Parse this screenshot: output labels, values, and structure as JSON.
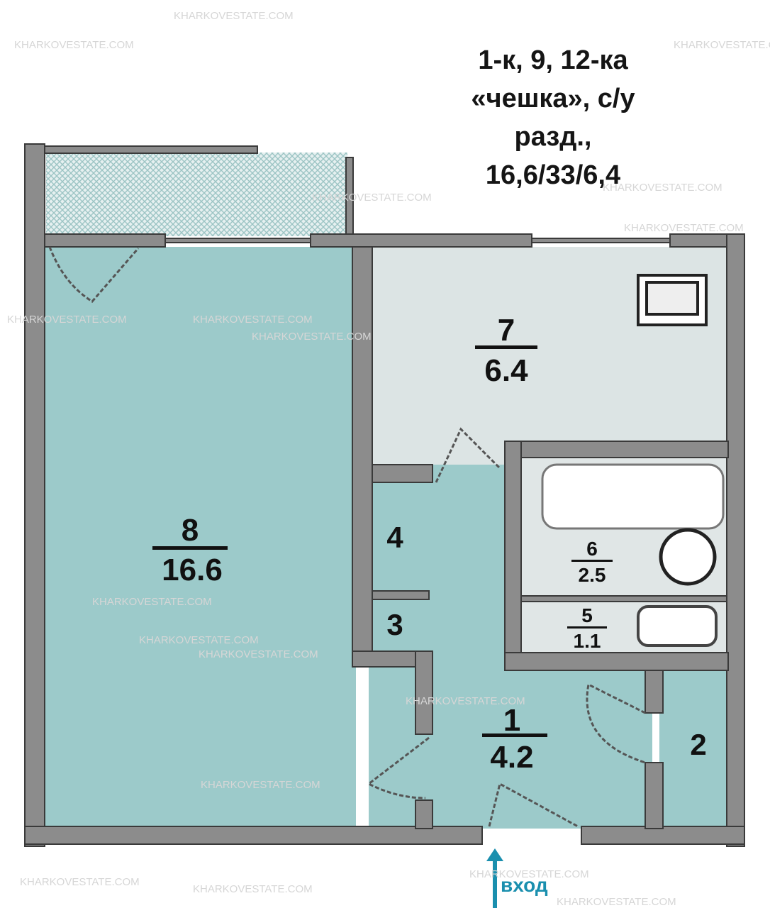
{
  "title": {
    "line1": "1-к, 9, 12-ка",
    "line2": "«чешка»,  с/у",
    "line3": "разд.,",
    "line4": "16,6/33/6,4"
  },
  "rooms": [
    {
      "number": "1",
      "area": "4.2"
    },
    {
      "number": "2"
    },
    {
      "number": "3"
    },
    {
      "number": "4"
    },
    {
      "number": "5",
      "area": "1.1"
    },
    {
      "number": "6",
      "area": "2.5"
    },
    {
      "number": "7",
      "area": "6.4"
    },
    {
      "number": "8",
      "area": "16.6"
    }
  ],
  "entrance_label": "вход",
  "watermark": "KHARKOVESTATE.COM",
  "colors": {
    "room": "#9ccaca",
    "kitchen": "#dce4e4",
    "wall": "#8c8c8c",
    "wall_edge": "#3a3a3a",
    "entrance": "#1a8fae"
  }
}
